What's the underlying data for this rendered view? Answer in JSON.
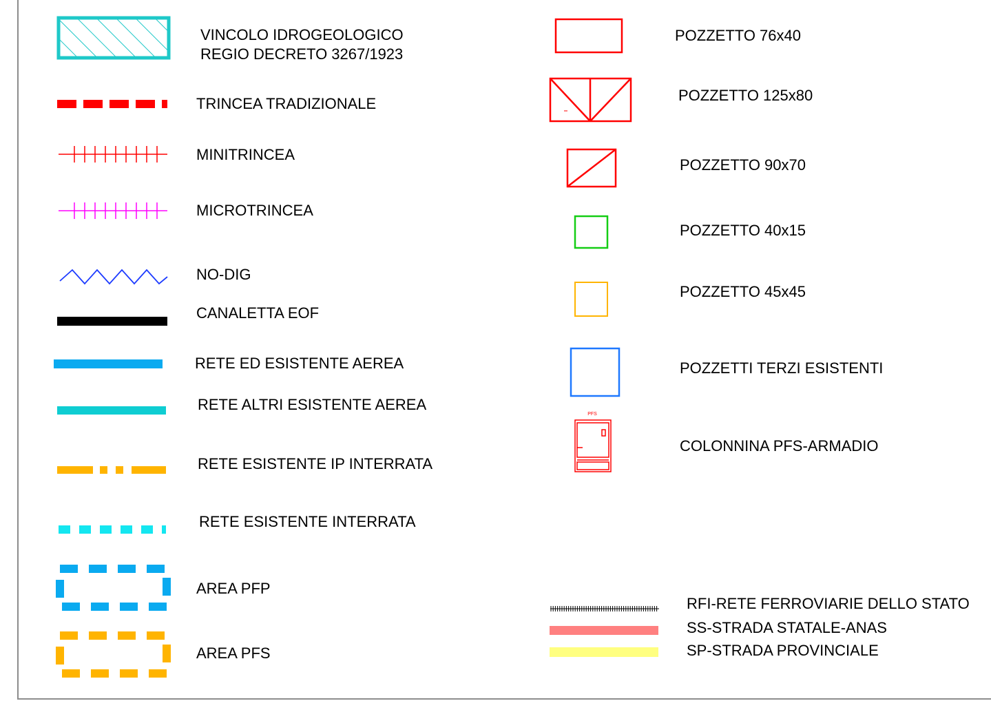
{
  "legend": {
    "left": [
      {
        "id": "vincolo",
        "text": "VINCOLO IDROGEOLOGICO",
        "text2": "REGIO DECRETO 3267/1923",
        "color": "#1ec8c8"
      },
      {
        "id": "trincea",
        "text": "TRINCEA TRADIZIONALE",
        "color": "#ff0000"
      },
      {
        "id": "minitrincea",
        "text": "MINITRINCEA",
        "color": "#ff0000"
      },
      {
        "id": "microtrincea",
        "text": "MICROTRINCEA",
        "color": "#ff00ff"
      },
      {
        "id": "nodig",
        "text": "NO-DIG",
        "color": "#1e3cff"
      },
      {
        "id": "canaletta",
        "text": "CANALETTA EOF",
        "color": "#000000"
      },
      {
        "id": "rete-ed-aerea",
        "text": "RETE ED ESISTENTE AEREA",
        "color": "#0aaaf0"
      },
      {
        "id": "rete-altri-aerea",
        "text": "RETE ALTRI ESISTENTE AEREA",
        "color": "#0fcdd2"
      },
      {
        "id": "rete-ip-interrata",
        "text": "RETE ESISTENTE IP INTERRATA",
        "color": "#ffb400"
      },
      {
        "id": "rete-interrata",
        "text": "RETE ESISTENTE INTERRATA",
        "color": "#14e6f0"
      },
      {
        "id": "area-pfp",
        "text": "AREA PFP",
        "color": "#0aaaf0"
      },
      {
        "id": "area-pfs",
        "text": "AREA PFS",
        "color": "#ffb400"
      }
    ],
    "right": [
      {
        "id": "pozzetto-76x40",
        "text": "POZZETTO 76x40",
        "color": "#ff0000"
      },
      {
        "id": "pozzetto-125x80",
        "text": "POZZETTO 125x80",
        "color": "#ff0000"
      },
      {
        "id": "pozzetto-90x70",
        "text": "POZZETTO 90x70",
        "color": "#ff0000"
      },
      {
        "id": "pozzetto-40x15",
        "text": "POZZETTO 40x15",
        "color": "#14cd14"
      },
      {
        "id": "pozzetto-45x45",
        "text": "POZZETTO 45x45",
        "color": "#ffb400"
      },
      {
        "id": "pozzetti-terzi",
        "text": "POZZETTI TERZI ESISTENTI",
        "color": "#1e78ff"
      },
      {
        "id": "colonnina",
        "text": "COLONNINA PFS-ARMADIO",
        "tag": "PFS",
        "color": "#ff0000"
      }
    ],
    "roads": [
      {
        "id": "rfi",
        "text": "RFI-RETE FERROVIARIE DELLO STATO",
        "color": "#000000"
      },
      {
        "id": "ss",
        "text": "SS-STRADA STATALE-ANAS",
        "color": "#ff8080"
      },
      {
        "id": "sp",
        "text": "SP-STRADA PROVINCIALE",
        "color": "#ffff80"
      }
    ]
  }
}
